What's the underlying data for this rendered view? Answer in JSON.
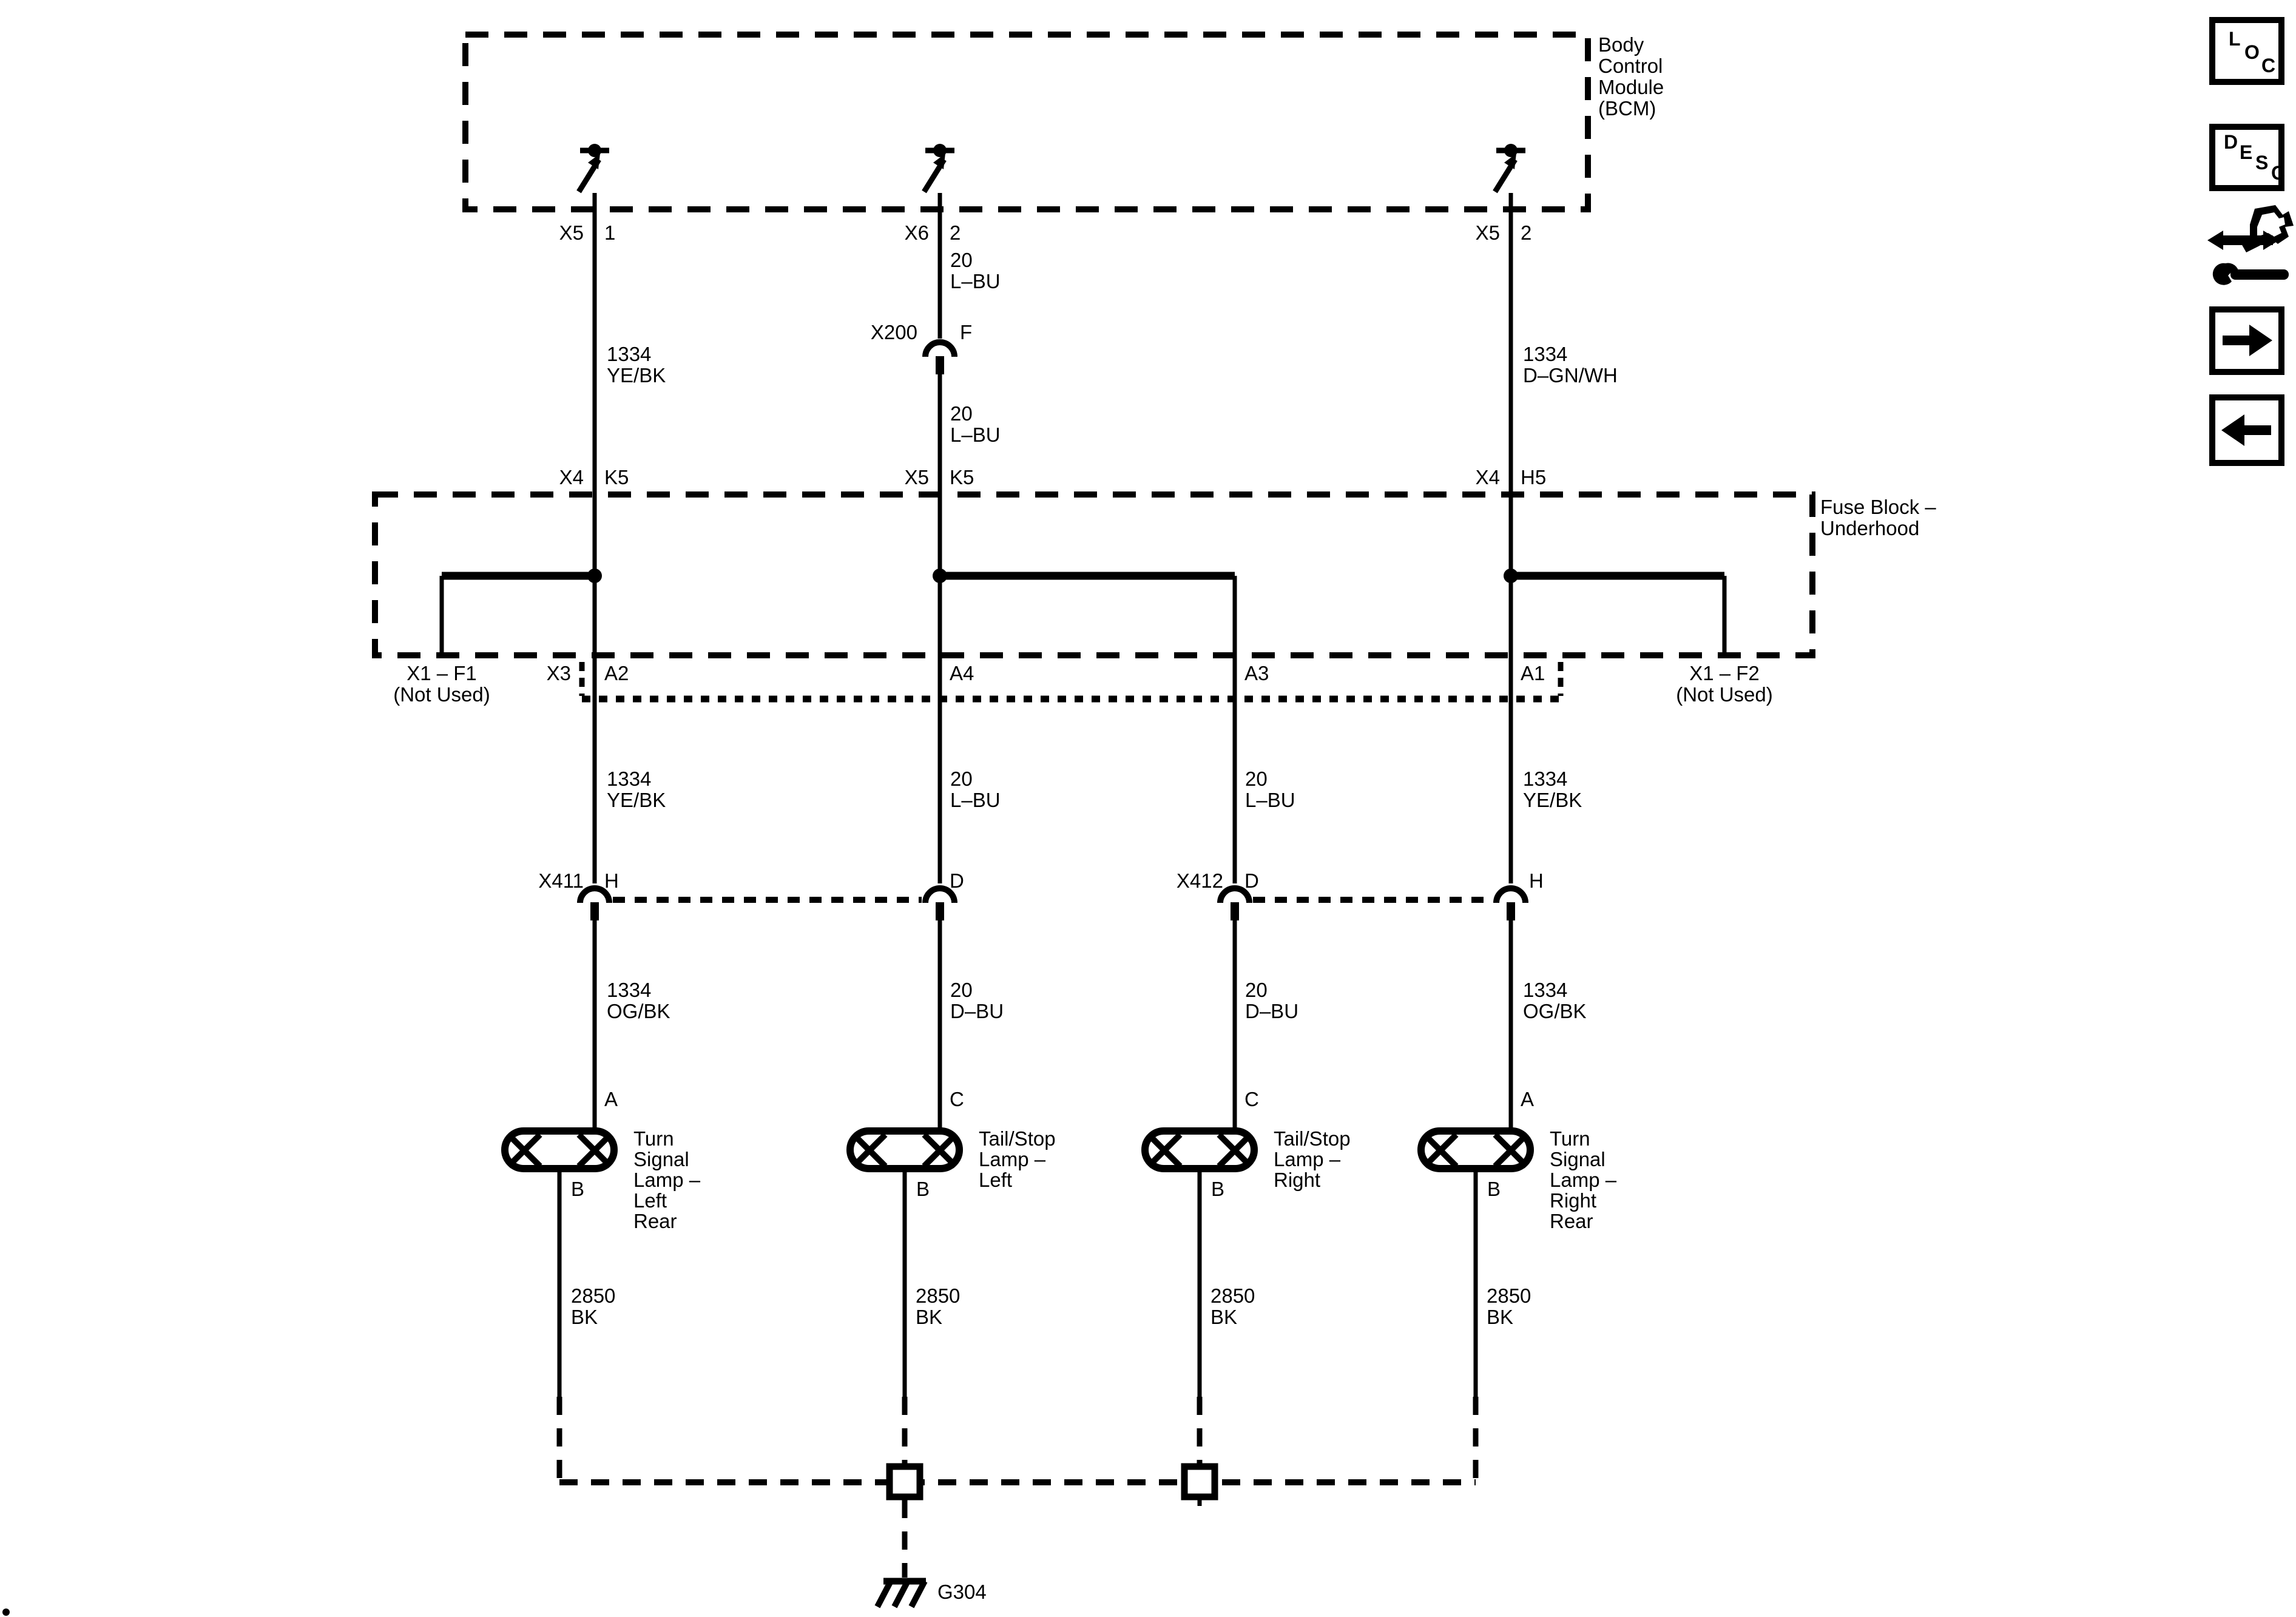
{
  "colors": {
    "line": "#000000",
    "background": "#ffffff"
  },
  "diagram": {
    "bcm": {
      "name_lines": [
        "Body",
        "Control",
        "Module",
        "(BCM)"
      ],
      "pins": [
        {
          "conn": "X5",
          "pin": "1"
        },
        {
          "conn": "X6",
          "pin": "2"
        },
        {
          "conn": "X5",
          "pin": "2"
        }
      ]
    },
    "fuse_block": {
      "name_lines": [
        "Fuse Block –",
        "Underhood"
      ],
      "entry_pins": [
        {
          "conn": "X4",
          "pin": "K5"
        },
        {
          "conn": "X5",
          "pin": "K5"
        },
        {
          "conn": "X4",
          "pin": "H5"
        }
      ],
      "fuse_taps": [
        {
          "name": "X1 – F1",
          "note": "(Not Used)"
        },
        {
          "name": "X1 – F2",
          "note": "(Not Used)"
        }
      ],
      "exit_conn": "X3",
      "exit_pins": [
        "A2",
        "A4",
        "A3",
        "A1"
      ]
    },
    "inline_connectors": [
      {
        "name": "X200",
        "pin": "F"
      },
      {
        "name": "X411",
        "pin_left": "H",
        "pin_right": "D"
      },
      {
        "name": "X412",
        "pin_left": "D",
        "pin_right": "H"
      }
    ],
    "wire_labels": {
      "bcm_col1": {
        "circuit": "1334",
        "color": "YE/BK"
      },
      "bcm_col2_upper": {
        "circuit": "20",
        "color": "L–BU"
      },
      "bcm_col2_lower": {
        "circuit": "20",
        "color": "L–BU"
      },
      "bcm_col4": {
        "circuit": "1334",
        "color": "D–GN/WH"
      },
      "fuse_col1": {
        "circuit": "1334",
        "color": "YE/BK"
      },
      "fuse_col2": {
        "circuit": "20",
        "color": "L–BU"
      },
      "fuse_col3": {
        "circuit": "20",
        "color": "L–BU"
      },
      "fuse_col4": {
        "circuit": "1334",
        "color": "YE/BK"
      },
      "lamp_col1": {
        "circuit": "1334",
        "color": "OG/BK"
      },
      "lamp_col2": {
        "circuit": "20",
        "color": "D–BU"
      },
      "lamp_col3": {
        "circuit": "20",
        "color": "D–BU"
      },
      "lamp_col4": {
        "circuit": "1334",
        "color": "OG/BK"
      },
      "gnd_col1": {
        "circuit": "2850",
        "color": "BK"
      },
      "gnd_col2": {
        "circuit": "2850",
        "color": "BK"
      },
      "gnd_col3": {
        "circuit": "2850",
        "color": "BK"
      },
      "gnd_col4": {
        "circuit": "2850",
        "color": "BK"
      }
    },
    "lamps": [
      {
        "pin_in": "A",
        "pin_out": "B",
        "name_lines": [
          "Turn",
          "Signal",
          "Lamp –",
          "Left",
          "Rear"
        ]
      },
      {
        "pin_in": "C",
        "pin_out": "B",
        "name_lines": [
          "Tail/Stop",
          "Lamp –",
          "Left"
        ]
      },
      {
        "pin_in": "C",
        "pin_out": "B",
        "name_lines": [
          "Tail/Stop",
          "Lamp –",
          "Right"
        ]
      },
      {
        "pin_in": "A",
        "pin_out": "B",
        "name_lines": [
          "Turn",
          "Signal",
          "Lamp –",
          "Right",
          "Rear"
        ]
      }
    ],
    "ground": {
      "label": "G304"
    }
  },
  "toolbar": {
    "loc_letters": [
      "L",
      "O",
      "C"
    ],
    "desc_letters": [
      "D",
      "E",
      "S",
      "C"
    ],
    "icon_names": [
      "wiring-connector-tools-icon",
      "next-arrow-icon",
      "back-arrow-icon"
    ]
  }
}
